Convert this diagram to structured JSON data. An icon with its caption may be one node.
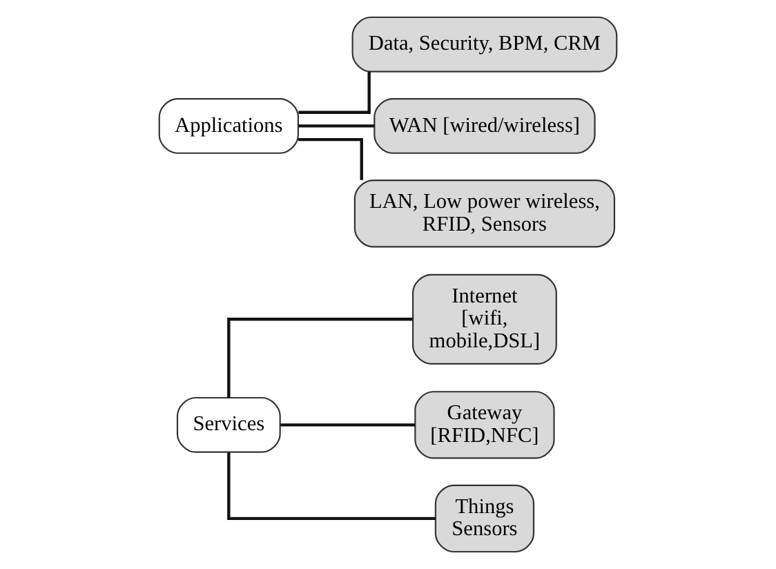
{
  "diagram": {
    "nodes": [
      {
        "text": [
          "Services"
        ]
      },
      {
        "text": [
          "Internet [wifi, mobile,DSL]"
        ]
      },
      {
        "text": [
          "Gateway [RFID,NFC]"
        ]
      },
      {
        "text": [
          "Things Sensors"
        ]
      },
      {
        "text": [
          "Applications"
        ]
      },
      {
        "text": [
          "Data, Security, BPM, CRM"
        ]
      },
      {
        "text": [
          "WAN [wired/wireless]"
        ]
      },
      {
        "text": [
          "LAN, Low power wireless, RFID, Sensors"
        ]
      }
    ],
    "edges": [
      {
        "from": 0,
        "to": 1,
        "arrow": "none"
      },
      {
        "from": 0,
        "to": 2,
        "arrow": "none"
      },
      {
        "from": 0,
        "to": 3,
        "arrow": "none"
      },
      {
        "from": 4,
        "to": 5,
        "arrow": "none"
      },
      {
        "from": 4,
        "to": 6,
        "arrow": "none"
      },
      {
        "from": 4,
        "to": 7,
        "arrow": "none"
      }
    ]
  }
}
